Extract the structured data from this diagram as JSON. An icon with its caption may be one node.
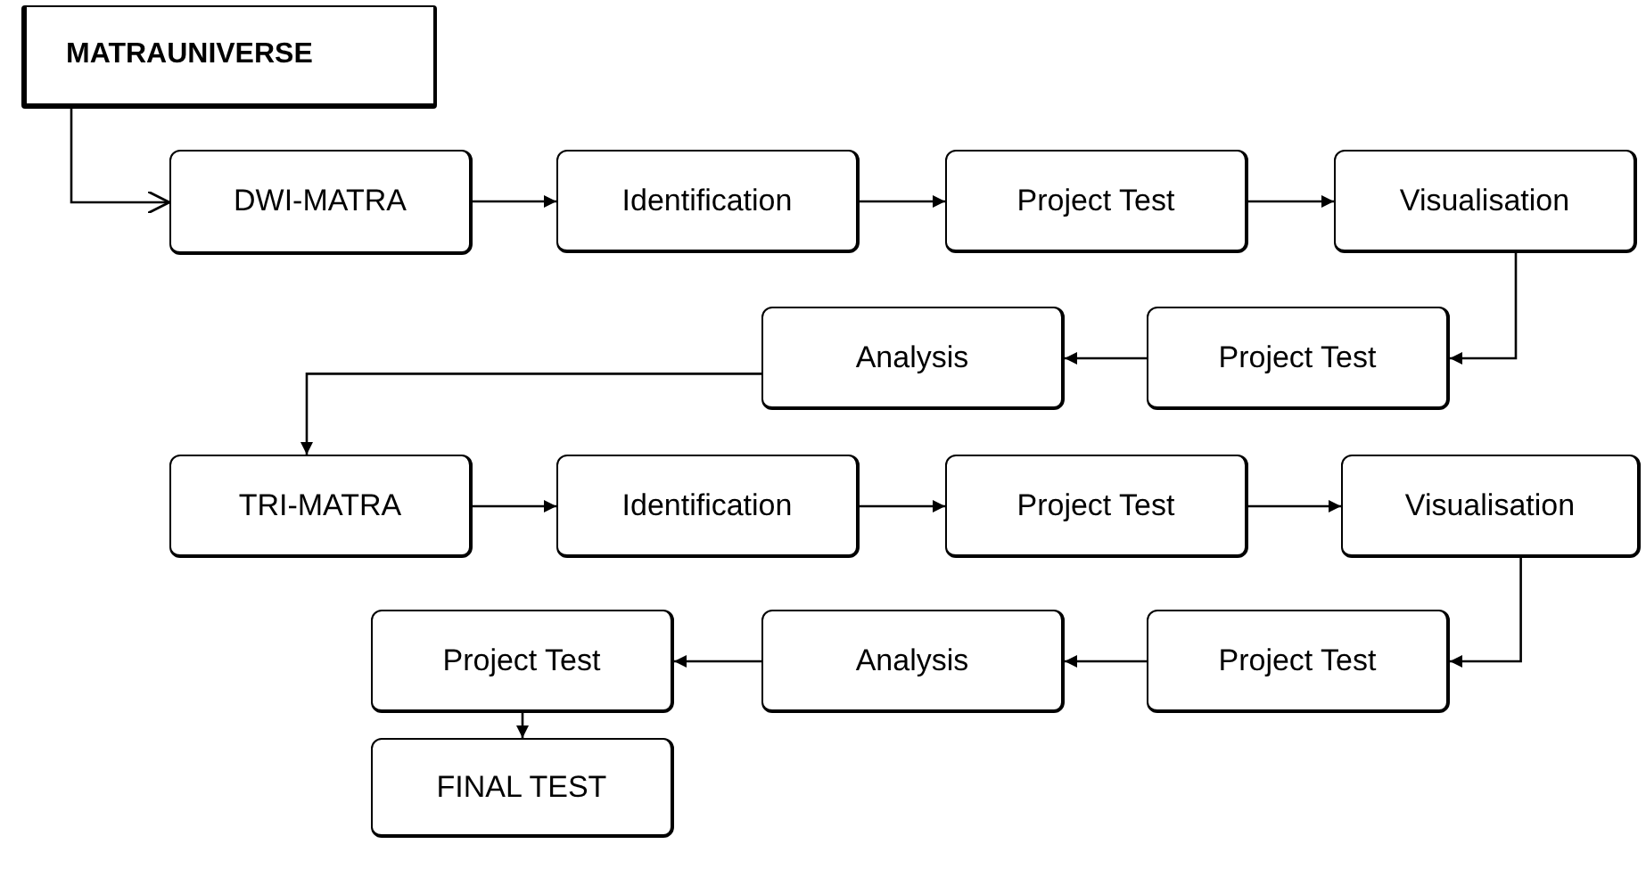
{
  "diagram": {
    "nodes": [
      {
        "text": [
          "MATRAUNIVERSE"
        ]
      },
      {
        "text": [
          "DWI-MATRA"
        ]
      },
      {
        "text": [
          "Identification"
        ]
      },
      {
        "text": [
          "Project Test"
        ]
      },
      {
        "text": [
          "Visualisation"
        ]
      },
      {
        "text": [
          "Project Test"
        ]
      },
      {
        "text": [
          "Analysis"
        ]
      },
      {
        "text": [
          "TRI-MATRA"
        ]
      },
      {
        "text": [
          "Identification"
        ]
      },
      {
        "text": [
          "Project Test"
        ]
      },
      {
        "text": [
          "Visualisation"
        ]
      },
      {
        "text": [
          "Project Test"
        ]
      },
      {
        "text": [
          "Analysis"
        ]
      },
      {
        "text": [
          "Project Test"
        ]
      },
      {
        "text": [
          "FINAL TEST"
        ]
      }
    ],
    "edges": [
      {
        "from": 0,
        "to": 1,
        "arrow": "to"
      },
      {
        "from": 1,
        "to": 2,
        "arrow": "to"
      },
      {
        "from": 2,
        "to": 3,
        "arrow": "to"
      },
      {
        "from": 3,
        "to": 4,
        "arrow": "to"
      },
      {
        "from": 4,
        "to": 5,
        "arrow": "to"
      },
      {
        "from": 5,
        "to": 6,
        "arrow": "to"
      },
      {
        "from": 6,
        "to": 7,
        "arrow": "to"
      },
      {
        "from": 7,
        "to": 8,
        "arrow": "to"
      },
      {
        "from": 8,
        "to": 9,
        "arrow": "to"
      },
      {
        "from": 9,
        "to": 10,
        "arrow": "to"
      },
      {
        "from": 10,
        "to": 11,
        "arrow": "to"
      },
      {
        "from": 11,
        "to": 12,
        "arrow": "to"
      },
      {
        "from": 12,
        "to": 13,
        "arrow": "to"
      },
      {
        "from": 13,
        "to": 14,
        "arrow": "to"
      }
    ]
  }
}
